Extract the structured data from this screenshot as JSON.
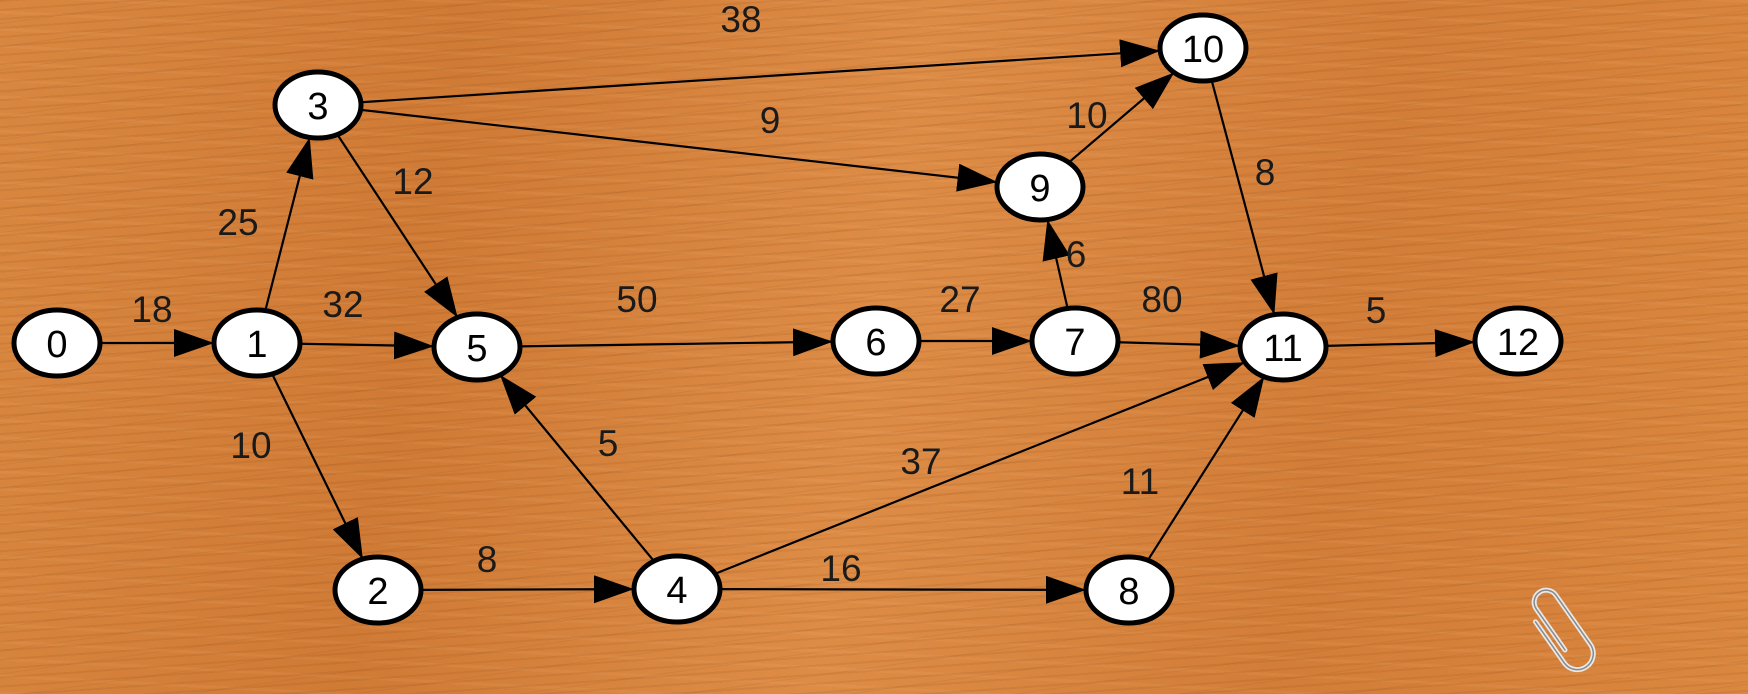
{
  "nodes": [
    {
      "id": "0",
      "label": "0"
    },
    {
      "id": "1",
      "label": "1"
    },
    {
      "id": "2",
      "label": "2"
    },
    {
      "id": "3",
      "label": "3"
    },
    {
      "id": "4",
      "label": "4"
    },
    {
      "id": "5",
      "label": "5"
    },
    {
      "id": "6",
      "label": "6"
    },
    {
      "id": "7",
      "label": "7"
    },
    {
      "id": "8",
      "label": "8"
    },
    {
      "id": "9",
      "label": "9"
    },
    {
      "id": "10",
      "label": "10"
    },
    {
      "id": "11",
      "label": "11"
    },
    {
      "id": "12",
      "label": "12"
    }
  ],
  "edges": [
    {
      "from": "0",
      "to": "1",
      "weight": "18"
    },
    {
      "from": "1",
      "to": "3",
      "weight": "25"
    },
    {
      "from": "1",
      "to": "5",
      "weight": "32"
    },
    {
      "from": "1",
      "to": "2",
      "weight": "10"
    },
    {
      "from": "3",
      "to": "10",
      "weight": "38"
    },
    {
      "from": "3",
      "to": "9",
      "weight": "9"
    },
    {
      "from": "3",
      "to": "5",
      "weight": "12"
    },
    {
      "from": "5",
      "to": "6",
      "weight": "50"
    },
    {
      "from": "6",
      "to": "7",
      "weight": "27"
    },
    {
      "from": "7",
      "to": "9",
      "weight": "6"
    },
    {
      "from": "9",
      "to": "10",
      "weight": "10"
    },
    {
      "from": "10",
      "to": "11",
      "weight": "8"
    },
    {
      "from": "7",
      "to": "11",
      "weight": "80"
    },
    {
      "from": "11",
      "to": "12",
      "weight": "5"
    },
    {
      "from": "2",
      "to": "4",
      "weight": "8"
    },
    {
      "from": "4",
      "to": "5",
      "weight": "5"
    },
    {
      "from": "4",
      "to": "11",
      "weight": "37"
    },
    {
      "from": "4",
      "to": "8",
      "weight": "16"
    },
    {
      "from": "8",
      "to": "11",
      "weight": "11"
    }
  ],
  "colors": {
    "node_fill": "#ffffff",
    "stroke": "#000000",
    "background": "#d6803c"
  },
  "decorations": [
    {
      "icon": "paperclip-icon"
    }
  ]
}
